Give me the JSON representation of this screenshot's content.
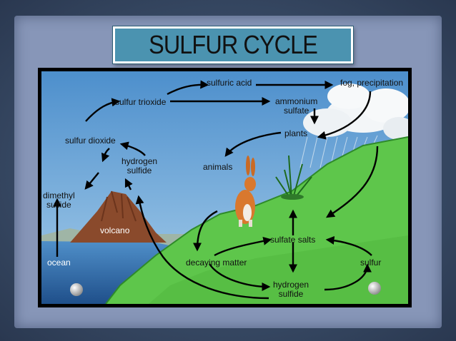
{
  "title": "SULFUR CYCLE",
  "labels": {
    "sulfuric_acid": "sulfuric acid",
    "fog_precipitation": "fog, precipitation",
    "sulfur_trioxide": "sulfur trioxide",
    "ammonium_sulfate": "ammonium\nsulfate",
    "plants": "plants",
    "sulfur_dioxide": "sulfur dioxide",
    "hydrogen_sulfide_top": "hydrogen\nsulfide",
    "animals": "animals",
    "dimethyl_sulfide": "dimethyl\nsulfide",
    "volcano": "volcano",
    "ocean": "ocean",
    "sulfate_salts": "sulfate salts",
    "decaying_matter": "decaying matter",
    "sulfur": "sulfur",
    "hydrogen_sulfide_bottom": "hydrogen\nsulfide"
  },
  "colors": {
    "sky": "#6aa3d4",
    "ground": "#5ec64b",
    "ocean": "#2f6fb0",
    "volcano": "#8a4a2c",
    "title_bg": "#4b93b0",
    "panel": "#8796b8"
  }
}
